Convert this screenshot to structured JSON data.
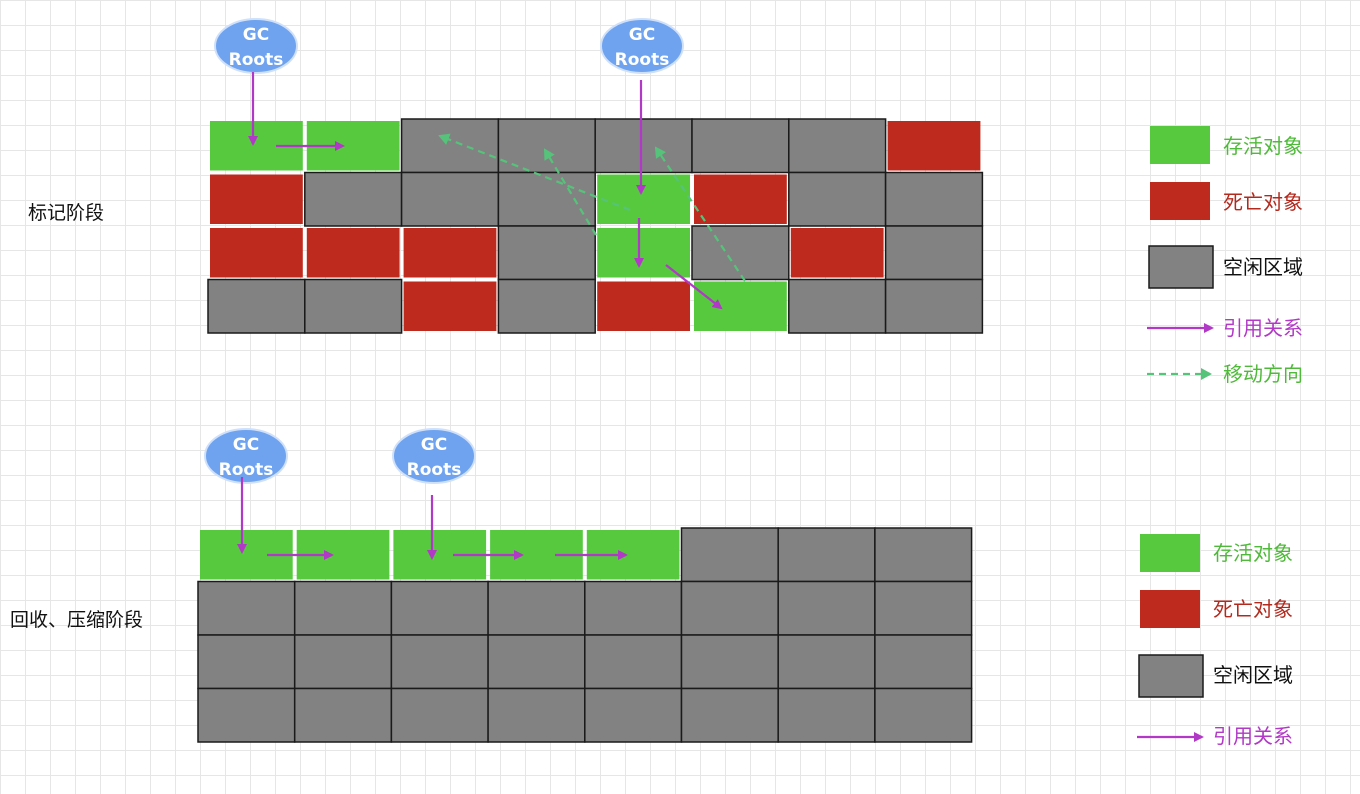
{
  "colors": {
    "live": "#56c93f",
    "dead": "#bf2a1f",
    "free": "#828282",
    "border": "#1a1a1a",
    "gc_root": "#6fa3ef",
    "reference": "#b238c7",
    "move": "#56c37a",
    "live_text": "#4fba39",
    "dead_text": "#b22a1e",
    "free_text": "#111111"
  },
  "mark_phase": {
    "label": "标记阶段",
    "gc_roots": [
      {
        "text_1": "GC",
        "text_2": "Roots"
      },
      {
        "text_1": "GC",
        "text_2": "Roots"
      }
    ],
    "grid": [
      [
        "live",
        "live",
        "free",
        "free",
        "free",
        "free",
        "free",
        "dead"
      ],
      [
        "dead",
        "free",
        "free",
        "free",
        "live",
        "dead",
        "free",
        "free"
      ],
      [
        "dead",
        "dead",
        "dead",
        "free",
        "live",
        "free",
        "dead",
        "free"
      ],
      [
        "free",
        "free",
        "dead",
        "free",
        "dead",
        "live",
        "free",
        "free"
      ]
    ],
    "legend": {
      "live": "存活对象",
      "dead": "死亡对象",
      "free": "空闲区域",
      "reference": "引用关系",
      "move": "移动方向"
    }
  },
  "compact_phase": {
    "label": "回收、压缩阶段",
    "gc_roots": [
      {
        "text_1": "GC",
        "text_2": "Roots"
      },
      {
        "text_1": "GC",
        "text_2": "Roots"
      }
    ],
    "grid": [
      [
        "live",
        "live",
        "live",
        "live",
        "live",
        "free",
        "free",
        "free"
      ],
      [
        "free",
        "free",
        "free",
        "free",
        "free",
        "free",
        "free",
        "free"
      ],
      [
        "free",
        "free",
        "free",
        "free",
        "free",
        "free",
        "free",
        "free"
      ],
      [
        "free",
        "free",
        "free",
        "free",
        "free",
        "free",
        "free",
        "free"
      ]
    ],
    "legend": {
      "live": "存活对象",
      "dead": "死亡对象",
      "free": "空闲区域",
      "reference": "引用关系"
    }
  }
}
